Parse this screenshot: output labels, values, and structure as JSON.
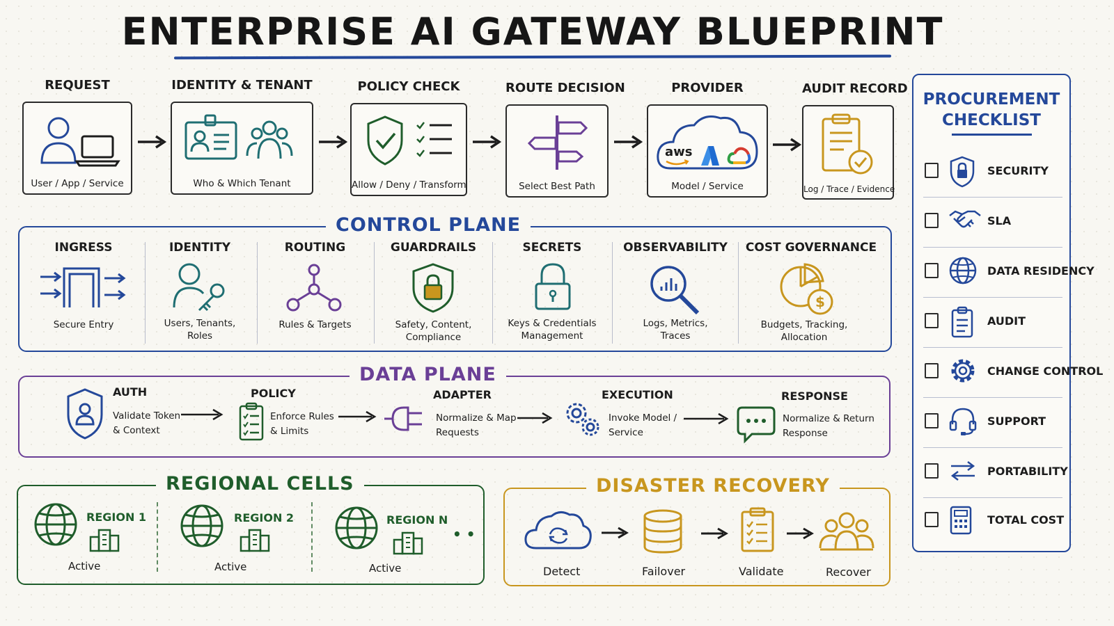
{
  "title": "ENTERPRISE AI GATEWAY BLUEPRINT",
  "colors": {
    "blue": "#24489a",
    "teal": "#1f6e72",
    "green": "#1f5d2b",
    "purple": "#6a3f96",
    "gold": "#c8961e",
    "ink": "#1c1c1c"
  },
  "flow": [
    {
      "label": "REQUEST",
      "caption": "User / App / Service",
      "icon": "user-laptop-icon"
    },
    {
      "label": "IDENTITY & TENANT",
      "caption": "Who & Which Tenant",
      "icon": "id-card-team-icon"
    },
    {
      "label": "POLICY CHECK",
      "caption": "Allow / Deny / Transform",
      "icon": "shield-checklist-icon"
    },
    {
      "label": "ROUTE DECISION",
      "caption": "Select Best Path",
      "icon": "signpost-icon"
    },
    {
      "label": "PROVIDER",
      "caption": "Model / Service",
      "icon": "cloud-providers-icon",
      "provider_text": "aws"
    },
    {
      "label": "AUDIT RECORD",
      "caption": "Log / Trace / Evidence",
      "icon": "clipboard-check-icon"
    }
  ],
  "control_plane": {
    "title": "CONTROL PLANE",
    "items": [
      {
        "label": "INGRESS",
        "caption": "Secure Entry",
        "icon": "ingress-gate-icon"
      },
      {
        "label": "IDENTITY",
        "caption": "Users, Tenants, Roles",
        "icon": "user-key-icon"
      },
      {
        "label": "ROUTING",
        "caption": "Rules & Targets",
        "icon": "routing-nodes-icon"
      },
      {
        "label": "GUARDRAILS",
        "caption": "Safety, Content, Compliance",
        "icon": "shield-lock-icon"
      },
      {
        "label": "SECRETS",
        "caption": "Keys & Credentials Management",
        "icon": "padlock-icon"
      },
      {
        "label": "OBSERVABILITY",
        "caption": "Logs, Metrics, Traces",
        "icon": "magnifier-chart-icon"
      },
      {
        "label": "COST GOVERNANCE",
        "caption": "Budgets, Tracking, Allocation",
        "icon": "pie-dollar-icon"
      }
    ]
  },
  "data_plane": {
    "title": "DATA PLANE",
    "items": [
      {
        "label": "AUTH",
        "caption_1": "Validate Token",
        "caption_2": "& Context",
        "icon": "shield-user-icon"
      },
      {
        "label": "POLICY",
        "caption_1": "Enforce Rules",
        "caption_2": "& Limits",
        "icon": "checklist-icon"
      },
      {
        "label": "ADAPTER",
        "caption_1": "Normalize & Map",
        "caption_2": "Requests",
        "icon": "plug-icon"
      },
      {
        "label": "EXECUTION",
        "caption_1": "Invoke Model /",
        "caption_2": "Service",
        "icon": "gears-icon"
      },
      {
        "label": "RESPONSE",
        "caption_1": "Normalize & Return",
        "caption_2": "Response",
        "icon": "chat-bubble-icon"
      }
    ]
  },
  "regional_cells": {
    "title": "REGIONAL CELLS",
    "regions": [
      {
        "label": "REGION 1",
        "status": "Active"
      },
      {
        "label": "REGION 2",
        "status": "Active"
      },
      {
        "label": "REGION N",
        "status": "Active"
      }
    ],
    "ellipsis": "• •"
  },
  "disaster_recovery": {
    "title": "DISASTER RECOVERY",
    "steps": [
      {
        "caption": "Detect",
        "icon": "cloud-sync-icon"
      },
      {
        "caption": "Failover",
        "icon": "database-icon"
      },
      {
        "caption": "Validate",
        "icon": "clipboard-list-icon"
      },
      {
        "caption": "Recover",
        "icon": "people-icon"
      }
    ]
  },
  "checklist": {
    "title_1": "PROCUREMENT",
    "title_2": "CHECKLIST",
    "items": [
      {
        "label": "SECURITY",
        "icon": "shield-lock-icon",
        "checked": false
      },
      {
        "label": "SLA",
        "icon": "handshake-icon",
        "checked": false
      },
      {
        "label": "DATA RESIDENCY",
        "icon": "globe-icon",
        "checked": false
      },
      {
        "label": "AUDIT",
        "icon": "clipboard-icon",
        "checked": false
      },
      {
        "label": "CHANGE CONTROL",
        "icon": "gear-icon",
        "checked": false
      },
      {
        "label": "SUPPORT",
        "icon": "headset-icon",
        "checked": false
      },
      {
        "label": "PORTABILITY",
        "icon": "swap-arrows-icon",
        "checked": false
      },
      {
        "label": "TOTAL COST",
        "icon": "calculator-icon",
        "checked": false
      }
    ]
  }
}
